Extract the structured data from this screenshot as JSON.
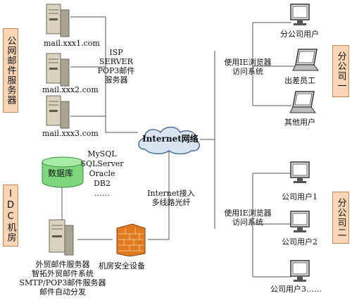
{
  "left_boxes": {
    "mail_servers": "公网邮件服务器",
    "idc": "IDC机房"
  },
  "right_boxes": {
    "branch1": "分公司一",
    "branch2": "分公司二"
  },
  "servers": [
    "mail.xxx1.com",
    "mail.xxx2.com",
    "mail.xxx3.com"
  ],
  "isp_label": [
    "ISP",
    "SERVER",
    "POP3邮件",
    "服务器"
  ],
  "internet_label": "Internet网络",
  "database": {
    "label": "数据库",
    "types": [
      "MySQL",
      "SQLServer",
      "Oracle",
      "DB2",
      "……"
    ]
  },
  "internet_access": [
    "Internet接入",
    "多线路光纤"
  ],
  "firewall_label": "机房安全设备",
  "idc_server_lines": [
    "外贸邮件服务器",
    "智拓外贸邮件系统",
    "SMTP/POP3邮件服务器",
    "邮件自动分发"
  ],
  "ie_access": [
    "使用IE浏览器",
    "访问系统"
  ],
  "branch1_users": [
    "分公司用户",
    "出差员工",
    "其他用户"
  ],
  "branch2_users": [
    "公司用户1",
    "公司用户2",
    "公司用户3……"
  ],
  "colors": {
    "box_fill": "#fbd5b5",
    "db_fill": "#7ed77e",
    "cloud_fill": "#d9e4f1",
    "firewall": "#e07a1f"
  }
}
